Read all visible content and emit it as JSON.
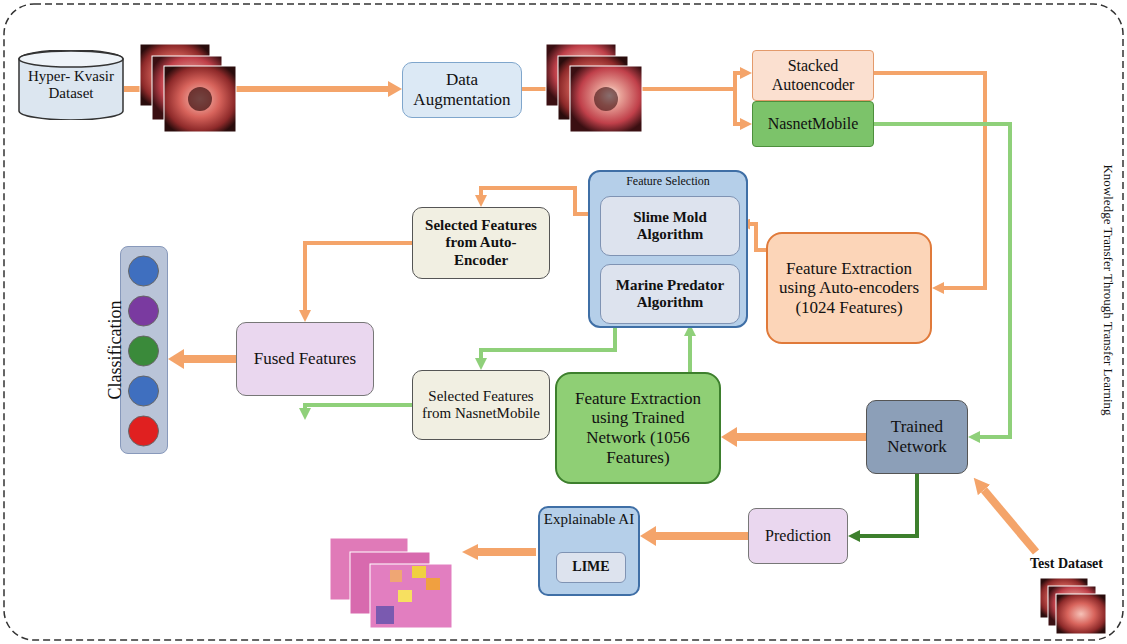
{
  "diagram": {
    "nodes": [
      {
        "text": [
          "Hyper- Kvasir Dataset"
        ]
      },
      {
        "text": [
          "Data Augmentation"
        ]
      },
      {
        "text": [
          "Stacked Autoencoder"
        ]
      },
      {
        "text": [
          "NasnetMobile"
        ]
      },
      {
        "text": [
          "Feature Selection"
        ]
      },
      {
        "text": [
          "Slime Mold Algorithm"
        ],
        "in": 4
      },
      {
        "text": [
          "Marine Predator Algorithm"
        ],
        "in": 4
      },
      {
        "text": [
          "Selected Features from Auto-Encoder"
        ]
      },
      {
        "text": [
          "Feature Extraction using Auto-encoders (1024 Features)"
        ]
      },
      {
        "text": [
          "Classification"
        ]
      },
      {
        "text": [
          "Fused Features"
        ]
      },
      {
        "text": [
          "Selected Features from NasnetMobile"
        ]
      },
      {
        "text": [
          "Feature Extraction using Trained Network (1056 Features)"
        ]
      },
      {
        "text": [
          "Trained Network"
        ]
      },
      {
        "text": [
          "Prediction"
        ]
      },
      {
        "text": [
          "Explainable AI"
        ]
      },
      {
        "text": [
          "LIME"
        ],
        "in": 15
      }
    ],
    "edges": [
      {
        "from": 0,
        "to": 1,
        "arrow": "to"
      },
      {
        "from": 1,
        "to": 2,
        "arrow": "to"
      },
      {
        "from": 1,
        "to": 3,
        "arrow": "to"
      },
      {
        "from": 2,
        "to": 8,
        "arrow": "to"
      },
      {
        "from": 3,
        "to": 13,
        "arrow": "to"
      },
      {
        "from": 8,
        "to": 5,
        "arrow": "to"
      },
      {
        "from": 5,
        "to": 7,
        "arrow": "to"
      },
      {
        "from": 7,
        "to": 10,
        "arrow": "to"
      },
      {
        "from": 12,
        "to": 6,
        "arrow": "to"
      },
      {
        "from": 6,
        "to": 11,
        "arrow": "to"
      },
      {
        "from": 11,
        "to": 10,
        "arrow": "to"
      },
      {
        "from": 10,
        "to": 9,
        "arrow": "to"
      },
      {
        "from": 13,
        "to": 12,
        "arrow": "to"
      },
      {
        "from": 13,
        "to": 14,
        "arrow": "to"
      },
      {
        "from": 14,
        "to": 15,
        "arrow": "to"
      }
    ],
    "labels": [
      "Knowledge Transfer Through Transfer Learning",
      "Test Dataset"
    ]
  }
}
